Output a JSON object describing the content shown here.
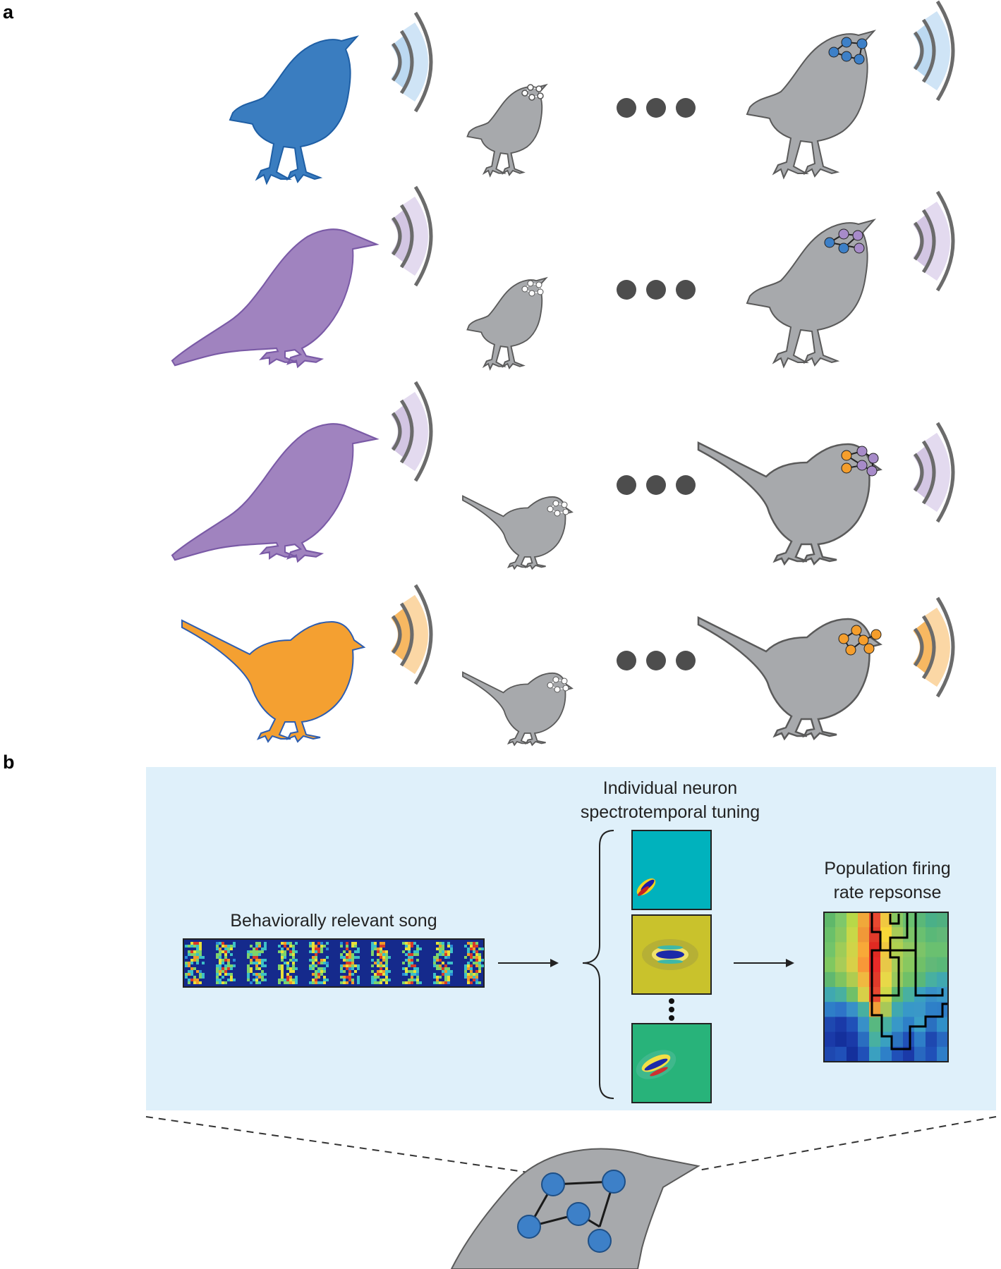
{
  "panels": {
    "a": "a",
    "b": "b"
  },
  "labels": {
    "song": "Behaviorally relevant song",
    "tuning_line1": "Individual neuron",
    "tuning_line2": "spectrotemporal tuning",
    "population_line1": "Population firing",
    "population_line2": "rate repsonse"
  },
  "colors": {
    "blue": "#3a7dc0",
    "purple": "#a083bf",
    "orange": "#f4a031",
    "gray": "#a7a9ac",
    "dots": "#4d4d4d",
    "panel_b_bg": "#dff0fa",
    "node_blue": "#3d80c8",
    "node_purple": "#a78bc9",
    "node_orange": "#f59e2c"
  },
  "rows": [
    {
      "tutor": "blue-thrush",
      "tutor_color": "blue",
      "juvenile": "thrush",
      "adult": "thrush",
      "adult_nodes": [
        "blue",
        "blue",
        "blue",
        "blue"
      ],
      "sound_color": "blue"
    },
    {
      "tutor": "purple-thrush",
      "tutor_color": "purple",
      "juvenile": "thrush",
      "adult": "thrush",
      "adult_nodes": [
        "blue",
        "purple",
        "blue",
        "purple"
      ],
      "sound_color": "purple"
    },
    {
      "tutor": "purple-thrush",
      "tutor_color": "purple",
      "juvenile": "sparrow",
      "adult": "sparrow",
      "adult_nodes": [
        "orange",
        "purple",
        "orange",
        "purple"
      ],
      "sound_color": "purple"
    },
    {
      "tutor": "orange-sparrow",
      "tutor_color": "orange",
      "juvenile": "sparrow",
      "adult": "sparrow",
      "adult_nodes": [
        "orange",
        "orange",
        "orange",
        "orange"
      ],
      "sound_color": "orange"
    }
  ],
  "icons": {
    "bird": "bird-silhouette-icon",
    "sound": "sound-waves-icon",
    "ellipsis": "ellipsis-dots-icon",
    "network": "neural-network-icon",
    "arrow": "arrow-right-icon"
  }
}
